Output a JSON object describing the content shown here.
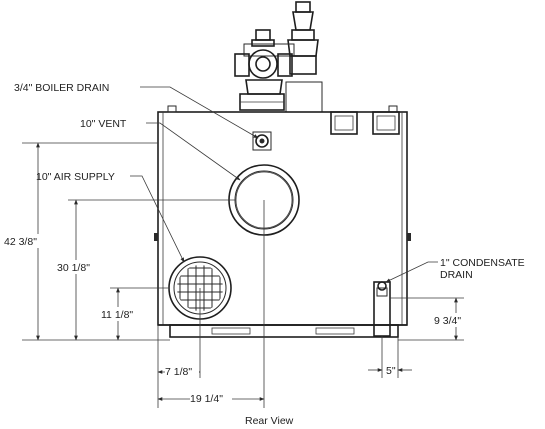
{
  "callouts": {
    "boiler_drain": "3/4\" BOILER DRAIN",
    "vent": "10\" VENT",
    "air_supply": "10\" AIR SUPPLY",
    "condensate_line1": "1\" CONDENSATE",
    "condensate_line2": "DRAIN"
  },
  "dimensions": {
    "overall_height": "42 3/8\"",
    "vent_height": "30 1/8\"",
    "air_supply_height": "11 1/8\"",
    "condensate_height": "9 3/4\"",
    "air_supply_offset": "7 1/8\"",
    "vent_offset": "19 1/4\"",
    "condensate_offset": "5\""
  },
  "caption": "Rear View"
}
